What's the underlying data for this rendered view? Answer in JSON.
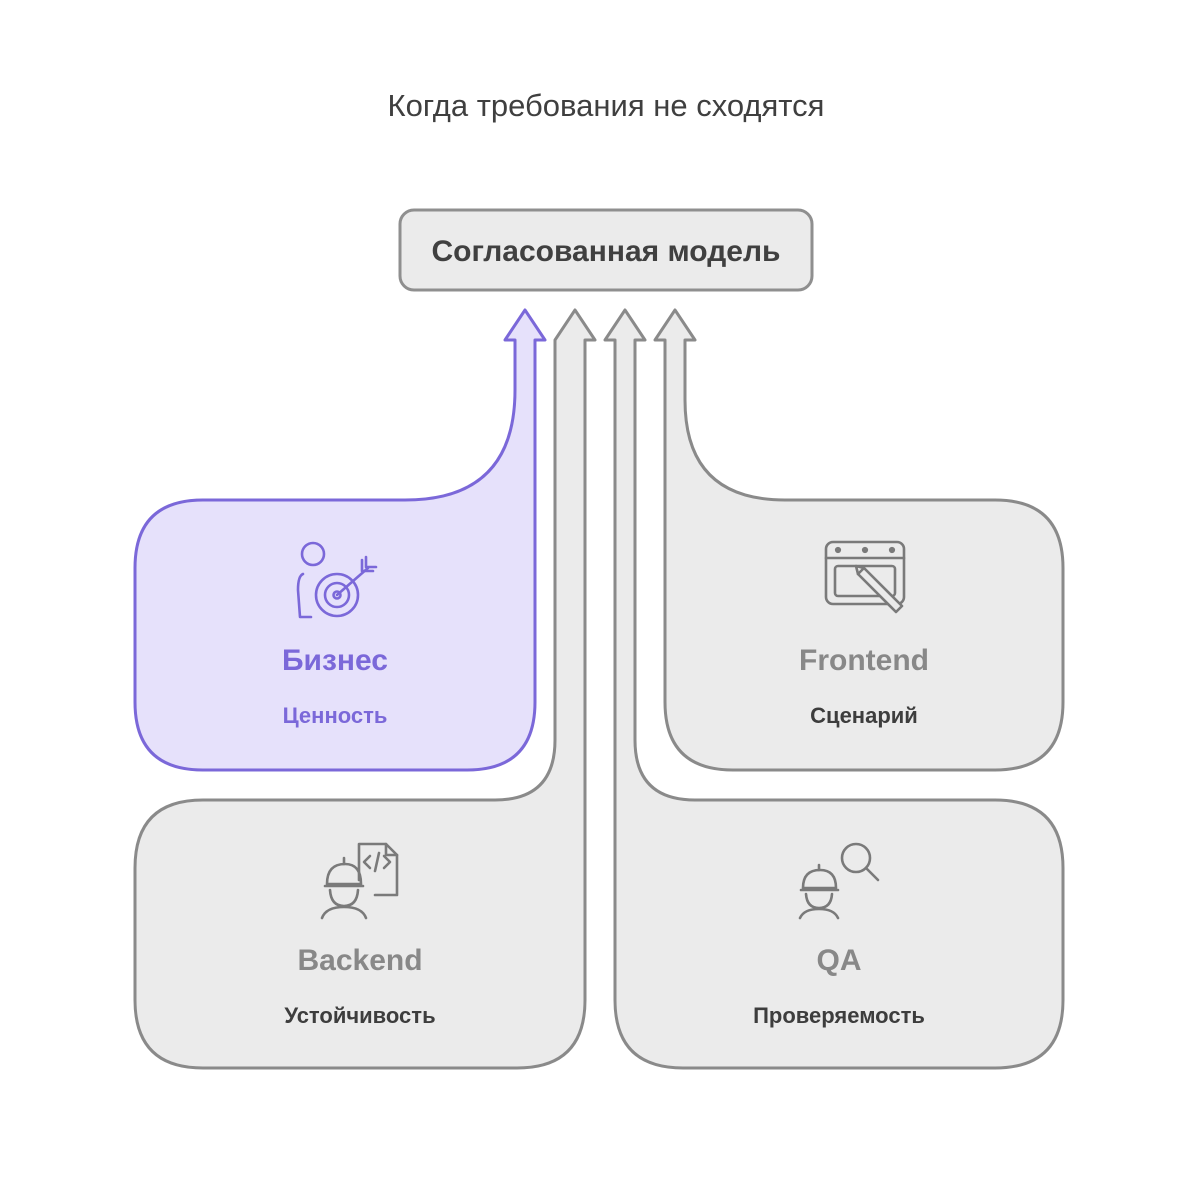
{
  "title": "Когда требования не сходятся",
  "hub": {
    "label": "Согласованная модель"
  },
  "cards": [
    {
      "id": "business",
      "title": "Бизнес",
      "subtitle": "Ценность",
      "icon": "business-target-icon",
      "highlighted": true
    },
    {
      "id": "frontend",
      "title": "Frontend",
      "subtitle": "Сценарий",
      "icon": "drawing-tablet-icon",
      "highlighted": false
    },
    {
      "id": "backend",
      "title": "Backend",
      "subtitle": "Устойчивость",
      "icon": "developer-code-icon",
      "highlighted": false
    },
    {
      "id": "qa",
      "title": "QA",
      "subtitle": "Проверяемость",
      "icon": "inspector-magnifier-icon",
      "highlighted": false
    }
  ],
  "colors": {
    "accent": "#7b68d9",
    "accent_fill": "#e6e1fb",
    "card_fill": "#ebebeb",
    "card_stroke": "#8a8a8a",
    "title_gray": "#888888",
    "sub_dark": "#3d3d3d",
    "icon_gray": "#7a7a7a"
  }
}
